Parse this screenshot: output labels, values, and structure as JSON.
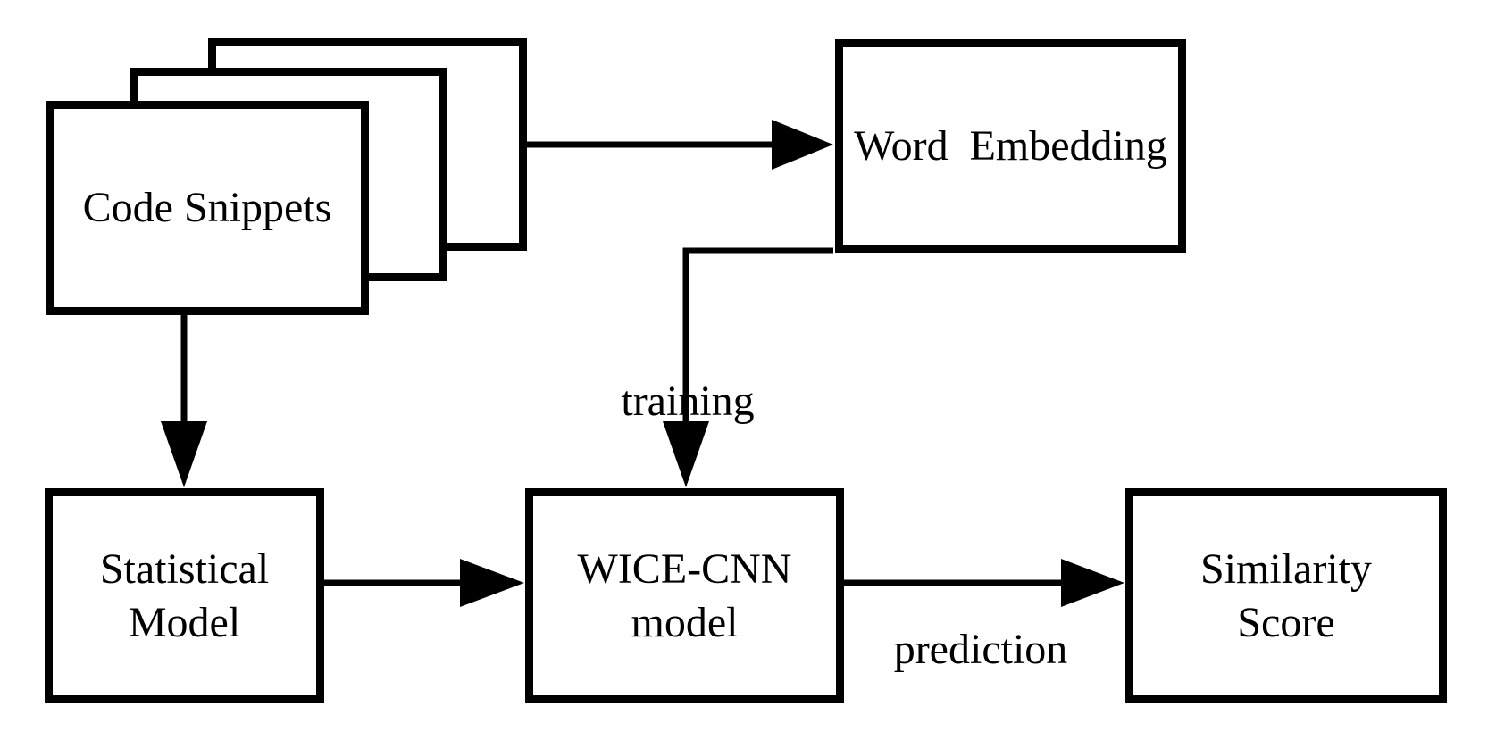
{
  "diagram": {
    "title": "WICE-CNN training and prediction pipeline",
    "background_color": "#ffffff",
    "line_color": "#000000",
    "text_color": "#000000",
    "nodes": {
      "code_snippets": {
        "label": "Code Snippets"
      },
      "word_embedding": {
        "label": "Word  Embedding"
      },
      "statistical_model": {
        "label": "Statistical\nModel"
      },
      "wice_cnn_model": {
        "label": "WICE-CNN\nmodel"
      },
      "similarity_score": {
        "label": "Similarity\nScore"
      }
    },
    "edges": {
      "code_to_embedding": {
        "label": ""
      },
      "code_to_statistical": {
        "label": ""
      },
      "embedding_to_wice": {
        "label": "training"
      },
      "statistical_to_wice": {
        "label": ""
      },
      "wice_to_similarity": {
        "label": "prediction"
      }
    }
  }
}
